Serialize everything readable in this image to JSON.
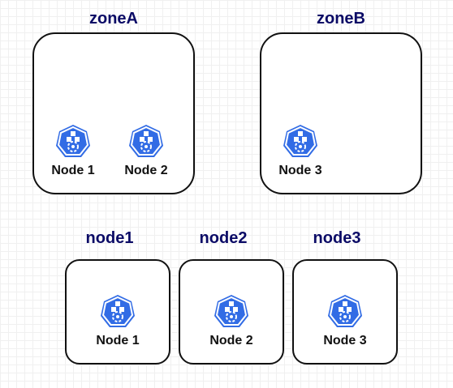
{
  "zones": [
    {
      "title": "zoneA",
      "nodes": [
        "Node 1",
        "Node 2"
      ]
    },
    {
      "title": "zoneB",
      "nodes": [
        "Node 3"
      ]
    }
  ],
  "hosts": [
    {
      "title": "node1",
      "node": "Node 1"
    },
    {
      "title": "node2",
      "node": "Node 2"
    },
    {
      "title": "node3",
      "node": "Node 3"
    }
  ],
  "icon": {
    "name": "kubernetes-node-icon",
    "color": "#326ce5"
  },
  "colors": {
    "title": "#0b0b66",
    "border": "#111111"
  }
}
